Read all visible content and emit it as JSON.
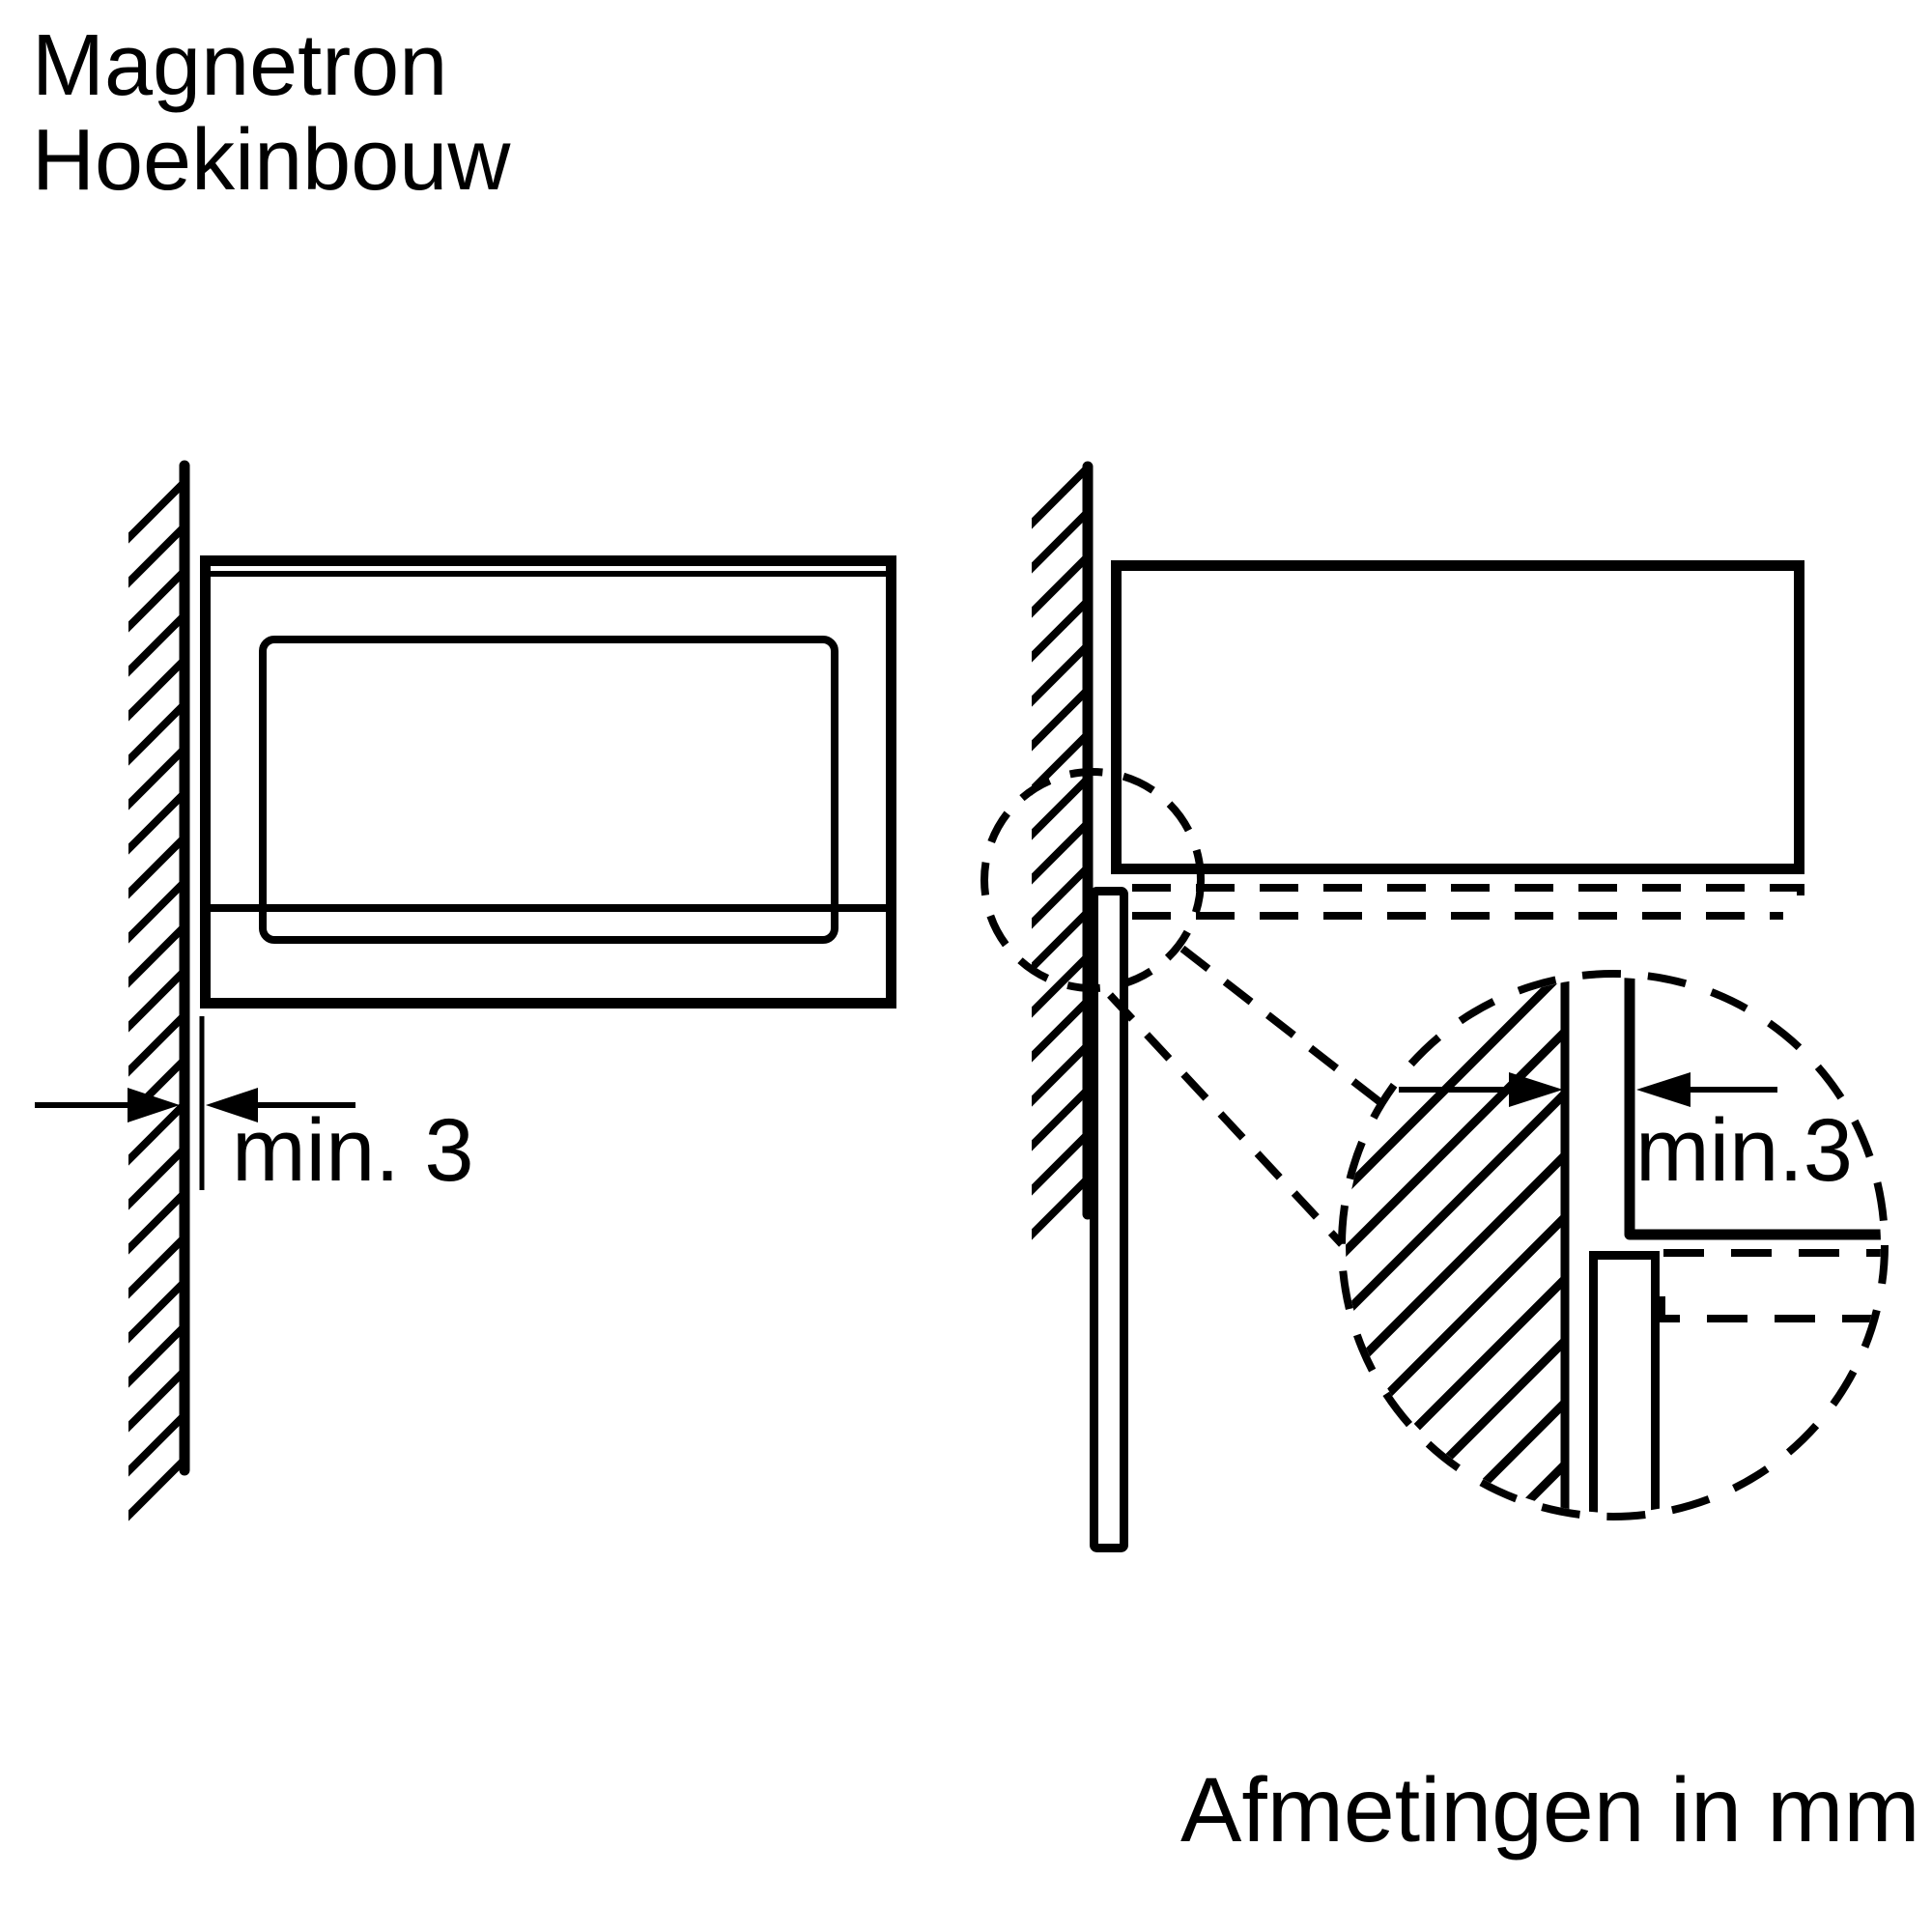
{
  "page": {
    "background_color": "#ffffff",
    "line_color": "#000000",
    "kind": "appliance installation drawing"
  },
  "title": {
    "line1": "Magnetron",
    "line2": "Hoekinbouw"
  },
  "front_view": {
    "clearance_label": "min. 3"
  },
  "detail_view": {
    "clearance_label": "min.3"
  },
  "footer": {
    "units_label": "Afmetingen in mm"
  },
  "dimensions": {
    "min_side_clearance_mm": 3,
    "unit": "mm"
  }
}
